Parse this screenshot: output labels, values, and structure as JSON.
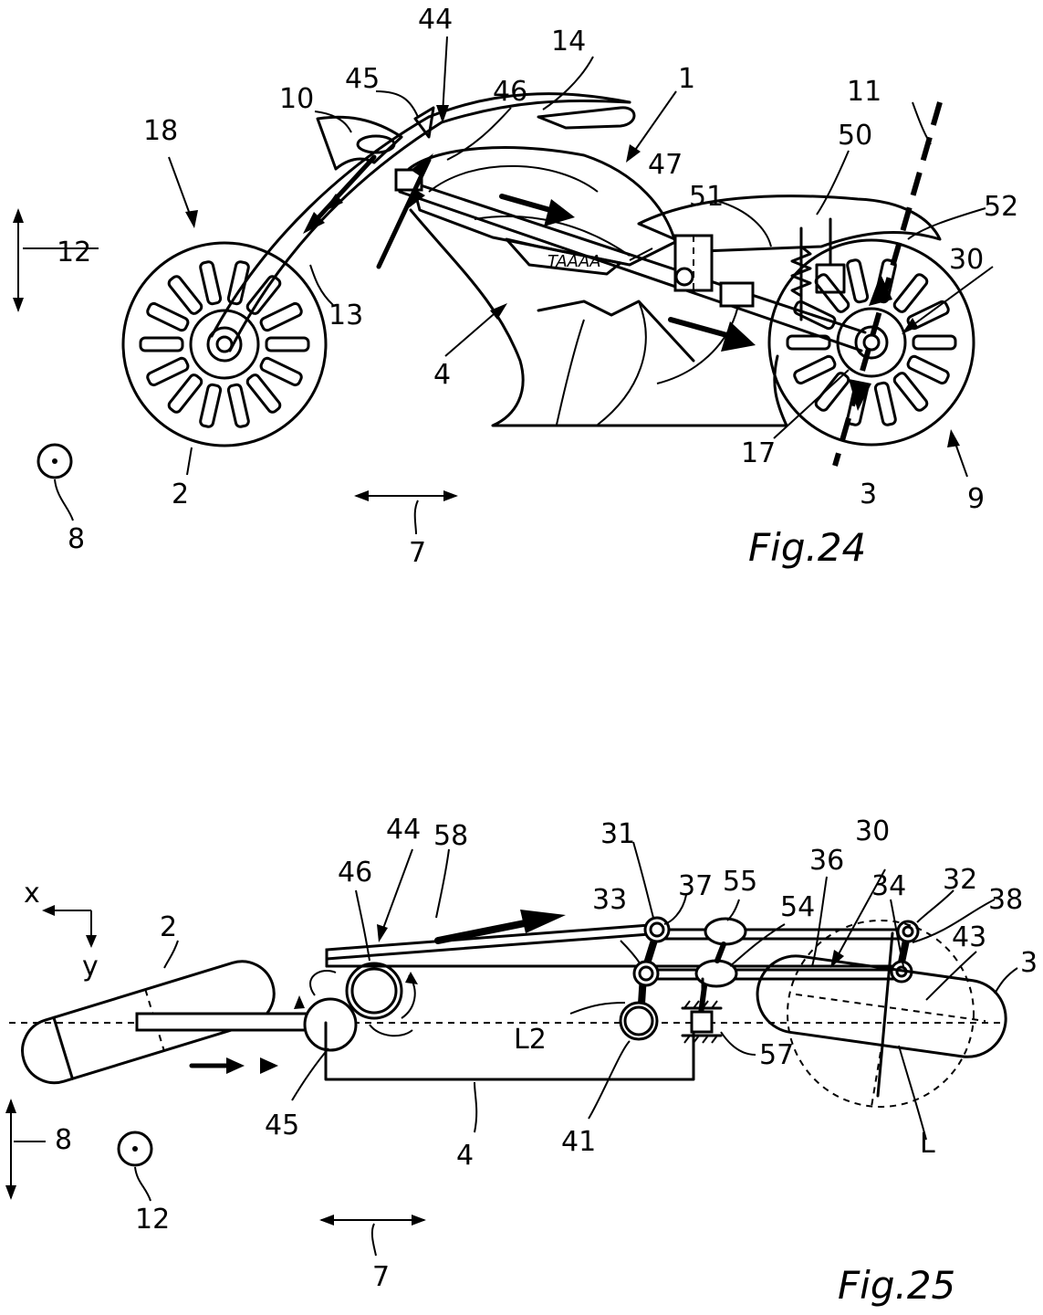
{
  "figures": [
    {
      "id": "fig24",
      "caption": "Fig.24",
      "refs": [
        "1",
        "2",
        "3",
        "4",
        "7",
        "8",
        "9",
        "10",
        "11",
        "12",
        "13",
        "14",
        "17",
        "18",
        "30",
        "44",
        "45",
        "46",
        "47",
        "50",
        "51",
        "52"
      ]
    },
    {
      "id": "fig25",
      "caption": "Fig.25",
      "refs": [
        "2",
        "3",
        "4",
        "7",
        "8",
        "12",
        "30",
        "31",
        "32",
        "33",
        "34",
        "36",
        "37",
        "38",
        "41",
        "43",
        "44",
        "45",
        "46",
        "54",
        "55",
        "57",
        "58",
        "L",
        "L2",
        "x",
        "y"
      ]
    }
  ],
  "colors": {
    "ink": "#000000",
    "paper": "#ffffff"
  }
}
